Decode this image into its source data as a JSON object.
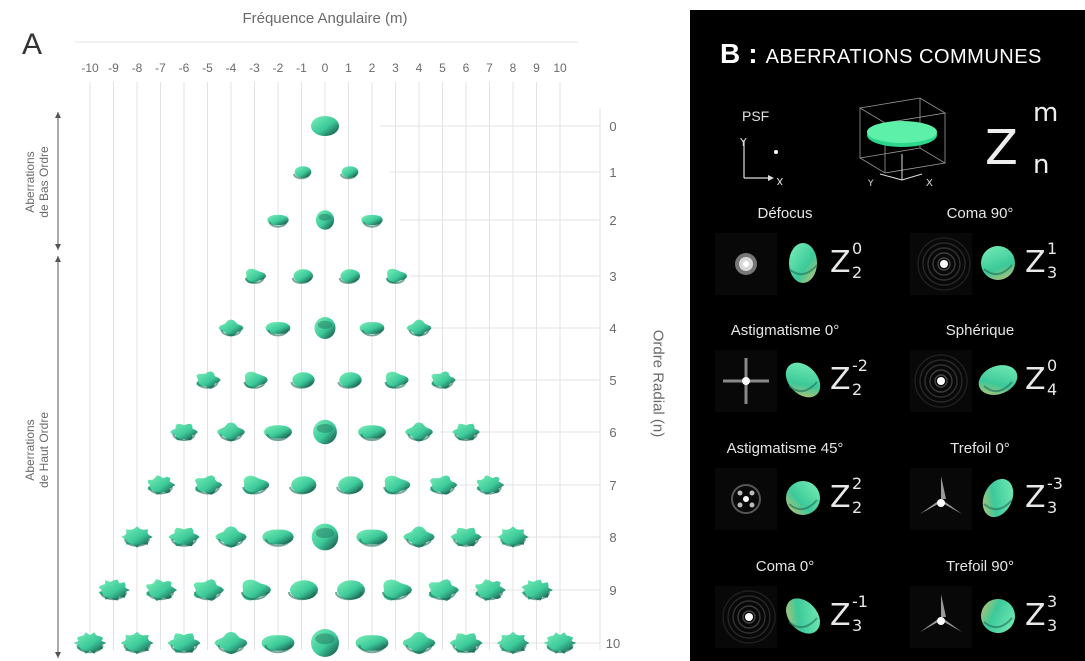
{
  "panel_a": {
    "letter": "A",
    "x_axis_title": "Fréquence Angulaire (m)",
    "m_ticks": [
      "-10",
      "-9",
      "-8",
      "-7",
      "-6",
      "-5",
      "-4",
      "-3",
      "-2",
      "-1",
      "0",
      "1",
      "2",
      "3",
      "4",
      "5",
      "6",
      "7",
      "8",
      "9",
      "10"
    ],
    "y_axis_title": "Ordre Radial (n)",
    "n_ticks": [
      "0",
      "1",
      "2",
      "3",
      "4",
      "5",
      "6",
      "7",
      "8",
      "9",
      "10"
    ],
    "low_order_label": [
      "Aberrations",
      "de Bas Ordre"
    ],
    "high_order_label": [
      "Aberrations",
      "de Haut Ordre"
    ]
  },
  "panel_b": {
    "letter": "B",
    "colon": ":",
    "title": "ABERRATIONS COMMUNES",
    "legend": {
      "psf_label": "PSF",
      "axis_y": "Y",
      "axis_x": "X",
      "z": "Z",
      "m": "m",
      "n": "n"
    },
    "cells": [
      {
        "title": "Défocus",
        "sup": "0",
        "sub": "2",
        "psf": "disk"
      },
      {
        "title": "Coma 90°",
        "sup": "1",
        "sub": "3",
        "psf": "coma"
      },
      {
        "title": "Astigmatisme 0°",
        "sup": "-2",
        "sub": "2",
        "psf": "cross"
      },
      {
        "title": "Sphérique",
        "sup": "0",
        "sub": "4",
        "psf": "rings"
      },
      {
        "title": "Astigmatisme 45°",
        "sup": "2",
        "sub": "2",
        "psf": "x"
      },
      {
        "title": "Trefoil 0°",
        "sup": "-3",
        "sub": "3",
        "psf": "trefoil"
      },
      {
        "title": "Coma 0°",
        "sup": "-1",
        "sub": "3",
        "psf": "coma"
      },
      {
        "title": "Trefoil 90°",
        "sup": "3",
        "sub": "3",
        "psf": "trefoil"
      }
    ]
  },
  "colors": {
    "surface_top": "#7cf0b8",
    "surface_mid": "#3cc99a",
    "surface_dark": "#1f6e5a",
    "surface_warm": "#d9c06a",
    "grid": "#e3e3e3"
  }
}
